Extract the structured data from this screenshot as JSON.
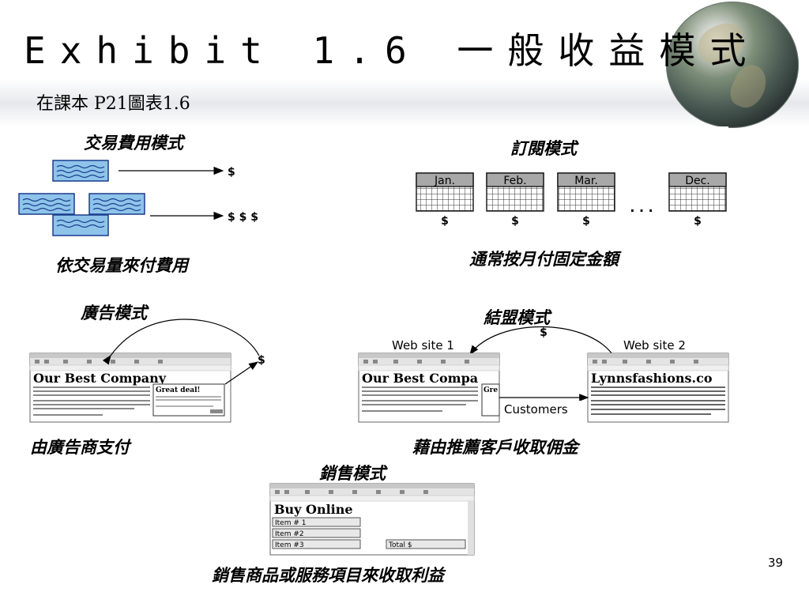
{
  "slide": {
    "title": "Exhibit 1.6 一般收益模式",
    "subtitle": "在課本 P21圖表1.6",
    "page_number": "39"
  },
  "transaction": {
    "heading": "交易費用模式",
    "caption": "依交易量來付費用",
    "symbol_single": "$",
    "symbol_multi": "$ $ $"
  },
  "subscription": {
    "heading": "訂閱模式",
    "caption": "通常按月付固定金額",
    "months": [
      "Jan.",
      "Feb.",
      "Mar.",
      "Dec."
    ],
    "symbol": "$",
    "ellipsis": ". . ."
  },
  "advertising": {
    "heading": "廣告模式",
    "caption": "由廣告商支付",
    "company": "Our Best Company",
    "ad_text": "Great deal!",
    "symbol": "$"
  },
  "affiliate": {
    "heading": "結盟模式",
    "caption": "藉由推薦客戶收取佣金",
    "site1": "Web site 1",
    "site2": "Web site 2",
    "customers": "Customers",
    "company1": "Our Best Compa",
    "company2": "Lynnsfashions.co",
    "ad_text": "Gre",
    "symbol": "$"
  },
  "sales": {
    "heading": "銷售模式",
    "caption": "銷售商品或服務項目來收取利益",
    "store": "Buy Online",
    "items": [
      "Item # 1",
      "Item #2",
      "Item #3"
    ],
    "total": "Total $"
  },
  "colors": {
    "doc_blue": "#8ec4ea",
    "doc_stroke": "#1a3c8c",
    "calendar_gray": "#a8a8a8"
  }
}
